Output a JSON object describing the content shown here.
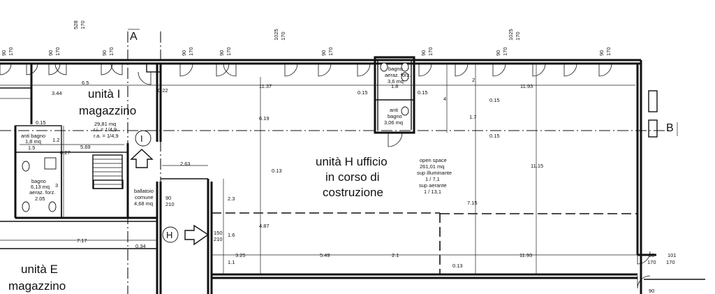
{
  "axes": {
    "a": "A",
    "b": "B",
    "marker_i": "I",
    "marker_h": "H"
  },
  "rooms": {
    "unita_i": {
      "line1": "unità I",
      "line2": "magazzino",
      "area": "29,81 mq",
      "ri": "r.i. = 1/4,9",
      "ra": "r.a. = 1/4,9"
    },
    "anti_bagno_left": {
      "line1": "anti bagno",
      "area": "1,8 mq"
    },
    "bagno_left": {
      "line1": "bagno",
      "area": "6,13 mq",
      "aeraz": "aeraz. forz."
    },
    "ballatoio": {
      "line1": "ballatoio",
      "line2": "comune",
      "area": "4,68 mq"
    },
    "unita_h": {
      "line1": "unità H ufficio",
      "line2": "in corso di",
      "line3": "costruzione"
    },
    "open_space": {
      "line1": "open space",
      "line2": "261,01 mq",
      "line3": "sup illuminante",
      "line4": "1 / 7,1",
      "line5": "sup aerante",
      "line6": "1 / 13,1"
    },
    "bagno_top": {
      "line1": "bagno",
      "line2": "aeraz. forz.",
      "area": "3,6 mq"
    },
    "anti_bagno_mid": {
      "line1": "anti",
      "line2": "bagno",
      "area": "3,06 mq"
    },
    "unita_e": {
      "line1": "unità E",
      "line2": "magazzino"
    }
  },
  "dims": {
    "top_window": [
      "90",
      "170"
    ],
    "top_528": [
      "528",
      "170"
    ],
    "top_1025a": [
      "1025",
      "170"
    ],
    "top_1025b": [
      "1025",
      "170"
    ],
    "right_window": [
      "90",
      "170",
      "101",
      "170"
    ],
    "right_bottom": "90",
    "d_6_5": "6.5",
    "d_3_44": "3.44",
    "d_0_22": "0.22",
    "d_11_37": "11.37",
    "d_0_15_a": "0.15",
    "d_1_8": "1.8",
    "d_0_15_b": "0.15",
    "d_2": "2",
    "d_11_93_top": "11.93",
    "d_0_15_c": "0.15",
    "d_0_15_d": "0.15",
    "d_0_15_e": "0.15",
    "d_4": "4",
    "d_1_7": "1.7",
    "d_6_19": "6.19",
    "d_1_2": "1.2",
    "d_1_5": "1.5",
    "d_5_69": "5.69",
    "d_0_27": "0.27",
    "d_3": "3",
    "d_2_05": "2.05",
    "d_2_63": "2.63",
    "d_0_13_a": "0.13",
    "d_11_15": "11.15",
    "d_2_3": "2.3",
    "d_90_210": [
      "90",
      "210"
    ],
    "d_150_210": [
      "150",
      "210"
    ],
    "d_1_6": "1.6",
    "d_4_87": "4.87",
    "d_7_15": "7.15",
    "d_7_17": "7.17",
    "d_0_34": "0.34",
    "d_3_25": "3.25",
    "d_5_49": "5.49",
    "d_2_1": "2.1",
    "d_11_93_bottom": "11.93",
    "d_1_1": "1.1",
    "d_0_13_b": "0.13"
  }
}
